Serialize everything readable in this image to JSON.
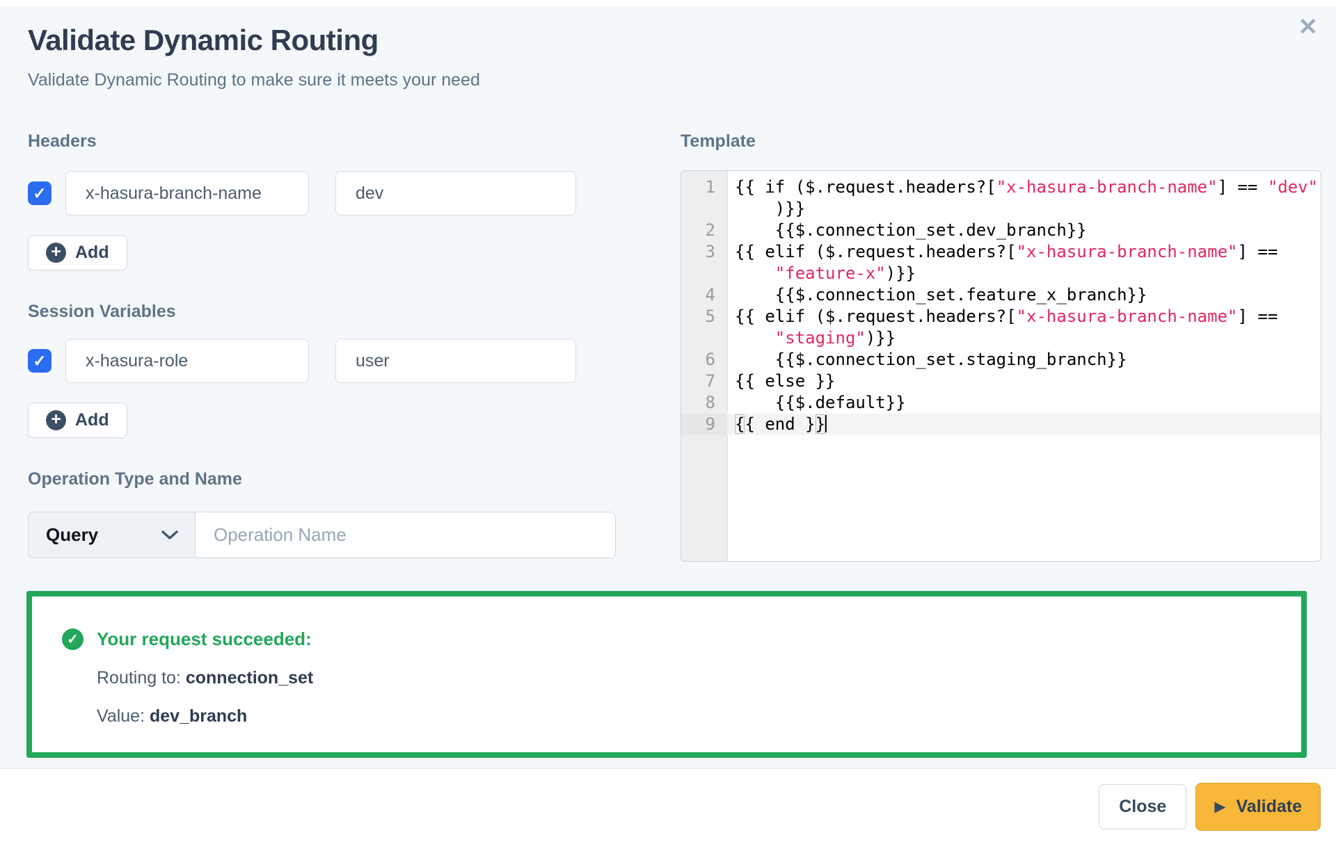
{
  "colors": {
    "checkbox_blue": "#2b6cf0",
    "success_green": "#23a75a",
    "validate_amber": "#f7b83a",
    "code_string_red": "#e02860"
  },
  "icons": {
    "close": "✕",
    "check": "✓",
    "plus": "+",
    "play": "▶"
  },
  "modal": {
    "title": "Validate Dynamic Routing",
    "subtitle": "Validate Dynamic Routing to make sure it meets your need"
  },
  "headers": {
    "label": "Headers",
    "add_label": "Add",
    "rows": [
      {
        "checked": true,
        "key": "x-hasura-branch-name",
        "value": "dev"
      }
    ]
  },
  "session_variables": {
    "label": "Session Variables",
    "add_label": "Add",
    "rows": [
      {
        "checked": true,
        "key": "x-hasura-role",
        "value": "user"
      }
    ]
  },
  "operation": {
    "label": "Operation Type and Name",
    "type_value": "Query",
    "name_value": "",
    "name_placeholder": "Operation Name"
  },
  "template": {
    "label": "Template",
    "lines": [
      {
        "n": "1",
        "rows": [
          [
            {
              "t": "{{ if ($.request.headers?["
            },
            {
              "t": "\"x-hasura-branch-name\"",
              "s": 1
            },
            {
              "t": "] == "
            },
            {
              "t": "\"dev\"",
              "s": 1
            }
          ],
          [
            {
              "t": "    )}}"
            }
          ]
        ]
      },
      {
        "n": "2",
        "rows": [
          [
            {
              "t": "    {{$.connection_set.dev_branch}}"
            }
          ]
        ]
      },
      {
        "n": "3",
        "rows": [
          [
            {
              "t": "{{ elif ($.request.headers?["
            },
            {
              "t": "\"x-hasura-branch-name\"",
              "s": 1
            },
            {
              "t": "] =="
            }
          ],
          [
            {
              "t": "    "
            },
            {
              "t": "\"feature-x\"",
              "s": 1
            },
            {
              "t": ")}}"
            }
          ]
        ]
      },
      {
        "n": "4",
        "rows": [
          [
            {
              "t": "    {{$.connection_set.feature_x_branch}}"
            }
          ]
        ]
      },
      {
        "n": "5",
        "rows": [
          [
            {
              "t": "{{ elif ($.request.headers?["
            },
            {
              "t": "\"x-hasura-branch-name\"",
              "s": 1
            },
            {
              "t": "] =="
            }
          ],
          [
            {
              "t": "    "
            },
            {
              "t": "\"staging\"",
              "s": 1
            },
            {
              "t": ")}}"
            }
          ]
        ]
      },
      {
        "n": "6",
        "rows": [
          [
            {
              "t": "    {{$.connection_set.staging_branch}}"
            }
          ]
        ]
      },
      {
        "n": "7",
        "rows": [
          [
            {
              "t": "{{ else }}"
            }
          ]
        ]
      },
      {
        "n": "8",
        "rows": [
          [
            {
              "t": "    {{$.default}}"
            }
          ]
        ]
      },
      {
        "n": "9",
        "active": true,
        "rows": [
          [
            {
              "t": "{",
              "m": 1
            },
            {
              "t": "{ end }"
            },
            {
              "t": "}",
              "m": 1
            }
          ]
        ]
      }
    ]
  },
  "result": {
    "heading": "Your request succeeded:",
    "routing_label": "Routing to: ",
    "routing_value": "connection_set",
    "value_label": "Value: ",
    "value_value": "dev_branch"
  },
  "footer": {
    "close_label": "Close",
    "validate_label": "Validate"
  }
}
